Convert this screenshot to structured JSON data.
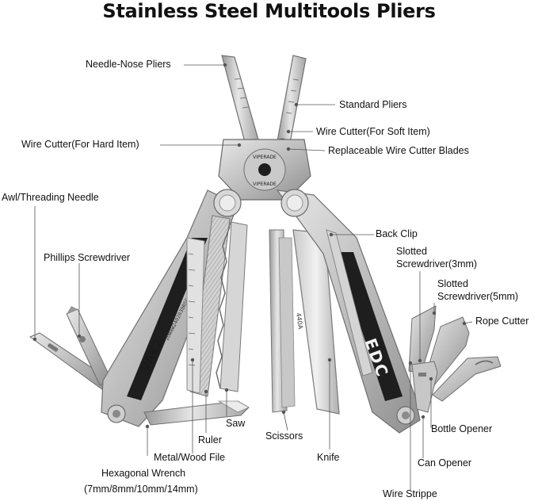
{
  "title": "Stainless Steel Multitools Pliers",
  "labels": {
    "needle_nose": "Needle-Nose Pliers",
    "standard": "Standard Pliers",
    "wire_soft": "Wire Cutter(For Soft Item)",
    "wire_hard": "Wire Cutter(For Hard Item)",
    "replaceable": "Replaceable Wire Cutter Blades",
    "awl": "Awl/Threading Needle",
    "back_clip": "Back Clip",
    "phillips": "Phillips Screwdriver",
    "slotted3_a": "Slotted",
    "slotted3_b": "Screwdriver(3mm)",
    "slotted5_a": "Slotted",
    "slotted5_b": "Screwdriver(5mm)",
    "rope": "Rope Cutter",
    "saw": "Saw",
    "ruler": "Ruler",
    "scissors": "Scissors",
    "file": "Metal/Wood File",
    "knife": "Knife",
    "bottle": "Bottle Opener",
    "can": "Can Opener",
    "hex_a": "Hexagonal Wrench",
    "hex_b": "(7mm/8mm/10mm/14mm)",
    "wire_strip": "Wire Strippe"
  },
  "engravings": {
    "brand": "VIPERADE",
    "model": "VAK2",
    "serial": "2OWAW2402030RSC",
    "steel": "440A",
    "edc": "EDC"
  },
  "colors": {
    "steel_light": "#dcdcdc",
    "steel_mid": "#b9b9b9",
    "steel_dark": "#8c8c8c",
    "handle_black": "#1e1e1e",
    "leader": "#555555"
  }
}
